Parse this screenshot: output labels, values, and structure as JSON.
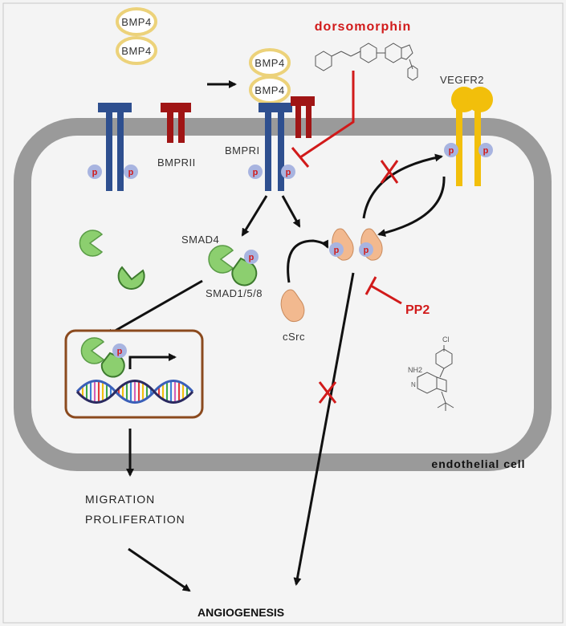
{
  "labels": {
    "bmp4_free_1": "BMP4",
    "bmp4_free_2": "BMP4",
    "bmp4_bound_1": "BMP4",
    "bmp4_bound_2": "BMP4",
    "dorsomorphin": "dorsomorphin",
    "vegfr2": "VEGFR2",
    "bmprii": "BMPRII",
    "bmpri": "BMPRI",
    "smad4": "SMAD4",
    "smad158": "SMAD1/5/8",
    "csrc": "cSrc",
    "pp2": "PP2",
    "cell": "endothelial cell",
    "outcome_1": "MIGRATION",
    "outcome_2": "PROLIFERATION",
    "final": "ANGIOGENESIS",
    "phospho": "p",
    "chlorine": "Cl",
    "amine": "NH2",
    "nitrogen": "N"
  },
  "colors": {
    "bmpri": "#2e4f8f",
    "bmprii": "#a01515",
    "vegfr2": "#f2bf0b",
    "bmp4_ring": "#ecd27a",
    "smad": "#8ccf6f",
    "csrc": "#f2b98f",
    "phospho_bubble": "#a8b4e0",
    "inhibitor": "#d11a1a",
    "membrane": "#999999",
    "nucleus_border": "#8b4a1e"
  },
  "icons": {
    "block": "red-t-bar-icon",
    "cross": "red-x-icon",
    "dna": "dna-double-helix-icon"
  }
}
